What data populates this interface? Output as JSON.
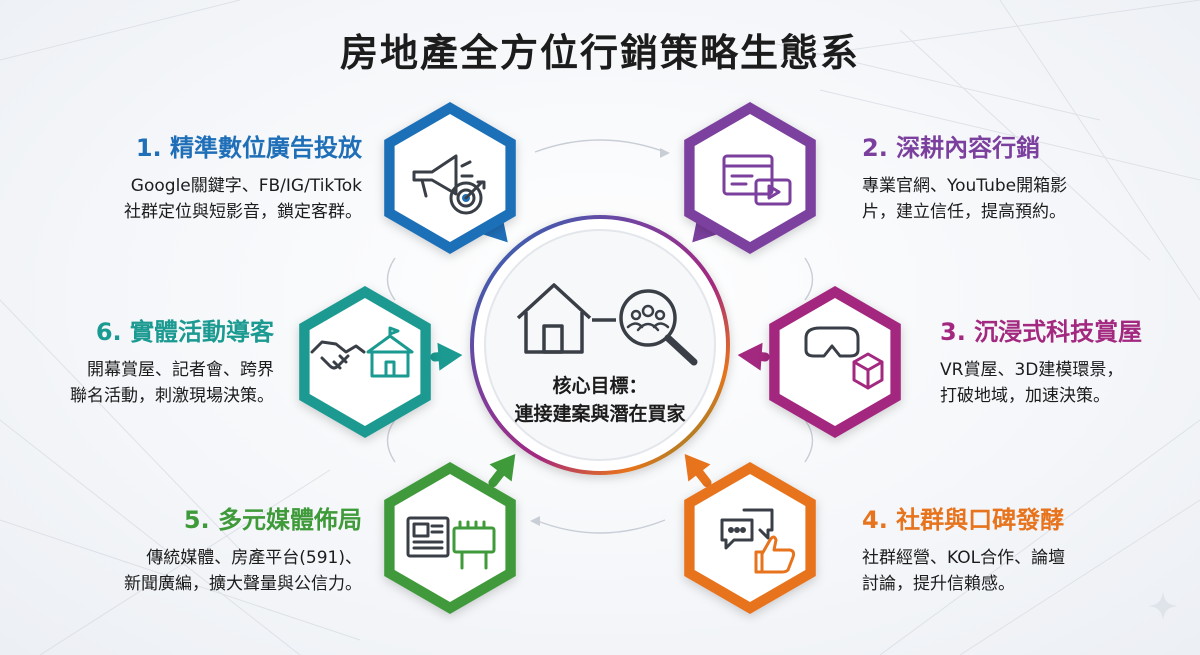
{
  "title": "房地產全方位行銷策略生態系",
  "center": {
    "label_line1": "核心目標：",
    "label_line2": "連接建案與潛在買家"
  },
  "strategies": [
    {
      "title": "1. 精準數位廣告投放",
      "desc": [
        "Google關鍵字、FB/IG/TikTok",
        "社群定位與短影音，鎖定客群。"
      ],
      "color": "#1f6fb8",
      "icons": [
        "megaphone-icon",
        "target-icon"
      ]
    },
    {
      "title": "2. 深耕內容行銷",
      "desc": [
        "專業官網、YouTube開箱影",
        "片，建立信任，提高預約。"
      ],
      "color": "#7b3f9e",
      "icons": [
        "website-video-icon"
      ]
    },
    {
      "title": "3. 沉浸式科技賞屋",
      "desc": [
        "VR賞屋、3D建模環景，",
        "打破地域，加速決策。"
      ],
      "color": "#a3287f",
      "icons": [
        "vr-headset-icon",
        "3d-cube-icon"
      ]
    },
    {
      "title": "4. 社群與口碑發酵",
      "desc": [
        "社群經營、KOL合作、論壇",
        "討論，提升信賴感。"
      ],
      "color": "#e7731c",
      "icons": [
        "chat-bubbles-icon",
        "thumbs-up-icon"
      ]
    },
    {
      "title": "5. 多元媒體佈局",
      "desc": [
        "傳統媒體、房產平台(591)、",
        "新聞廣編，擴大聲量與公信力。"
      ],
      "color": "#3f9a3a",
      "icons": [
        "newspaper-icon",
        "billboard-icon"
      ]
    },
    {
      "title": "6. 實體活動導客",
      "desc": [
        "開幕賞屋、記者會、跨界",
        "聯名活動，刺激現場決策。"
      ],
      "color": "#1a9a91",
      "icons": [
        "handshake-icon",
        "event-tent-icon"
      ]
    }
  ]
}
